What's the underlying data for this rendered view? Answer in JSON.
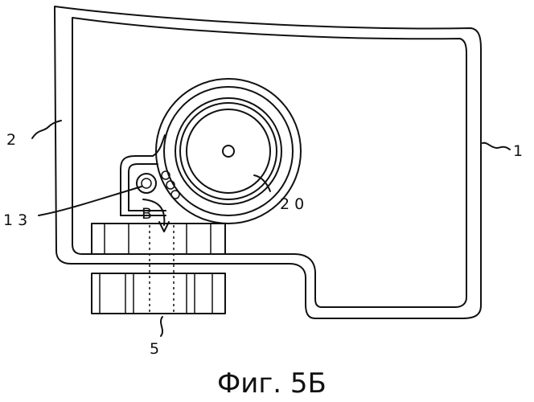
{
  "labels": {
    "part_1": "1",
    "part_2": "2",
    "part_5": "5",
    "part_13": "1 3",
    "part_20": "2 0",
    "arrow_b": "B"
  },
  "caption": "Фиг. 5Б"
}
